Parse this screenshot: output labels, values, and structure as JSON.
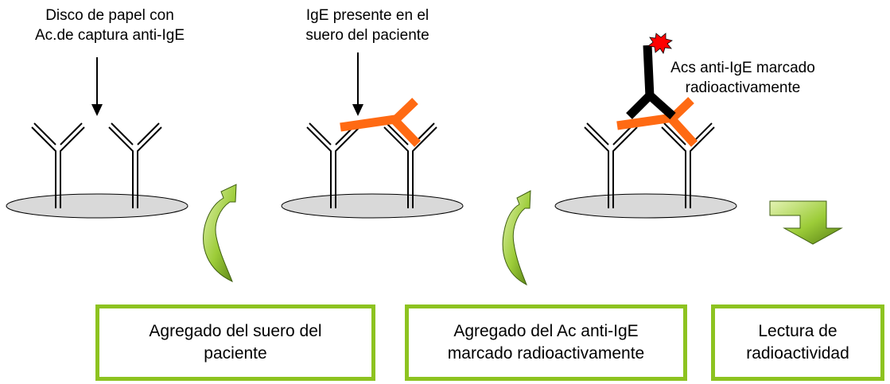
{
  "labels": {
    "disc": {
      "line1": "Disco de papel con",
      "line2": "Ac.de  captura anti-IgE"
    },
    "ige": {
      "line1": "IgE presente en el",
      "line2": "suero del paciente"
    },
    "labeled_ab": {
      "line1": "Acs anti-IgE marcado",
      "line2": "radioactivamente"
    }
  },
  "steps": [
    {
      "line1": "Agregado del suero del",
      "line2": "paciente"
    },
    {
      "line1": "Agregado del Ac anti-IgE",
      "line2": "marcado radioactivamente"
    },
    {
      "line1": "Lectura de",
      "line2": "radioactividad"
    }
  ],
  "colors": {
    "disc_fill": "#d9d9d9",
    "capture_antibody": "#000000",
    "ige": "#ff6a13",
    "labeled_antibody": "#000000",
    "radiolabel": "#ff0000",
    "step_border": "#8dc320",
    "arrow_green": "#8dc320"
  }
}
